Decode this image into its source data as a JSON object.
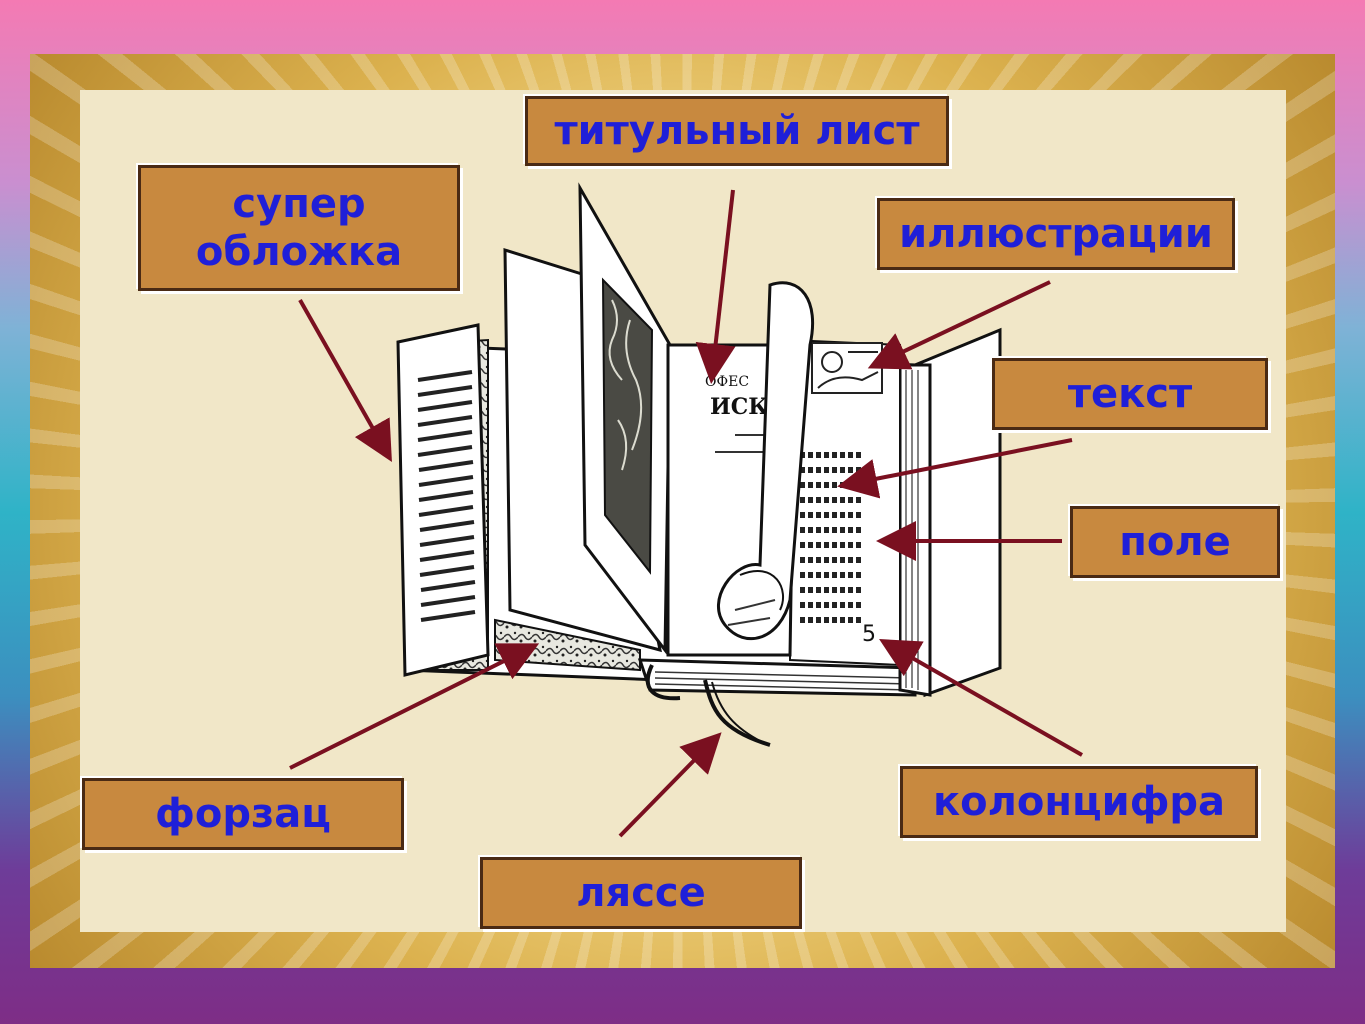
{
  "labels": {
    "title_page": "титульный лист",
    "dust_jacket_line1": "супер",
    "dust_jacket_line2": "обложка",
    "illustrations": "иллюстрации",
    "text": "текст",
    "margin": "поле",
    "endpaper": "форзац",
    "page_number": "колонцифра",
    "ribbon": "ляссе"
  },
  "book": {
    "page_number_value": "5"
  },
  "colors": {
    "label_fill": "#c8893f",
    "label_border": "#4a2a14",
    "label_text": "#1f1fd8",
    "arrow": "#7a1020",
    "panel": "#f1e7c8"
  }
}
